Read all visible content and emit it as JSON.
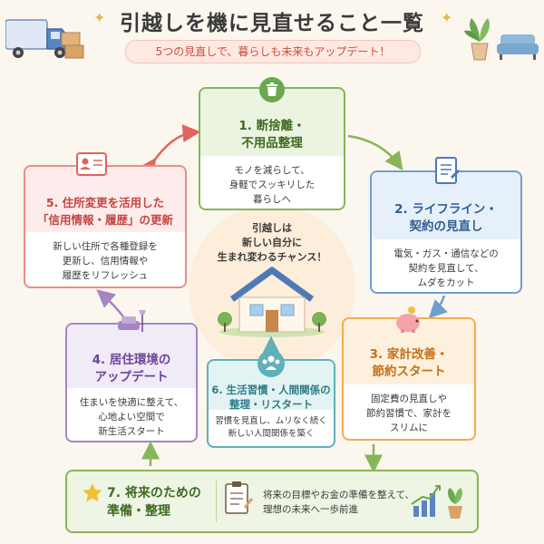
{
  "title": "引越しを機に見直せること一覧",
  "subtitle": "5つの見直しで、暮らしも未来もアップデート！",
  "center": {
    "line1": "引越しは",
    "line2": "新しい自分に",
    "line3": "生まれ変わるチャンス！"
  },
  "steps": [
    {
      "title1": "1. 断捨離・",
      "title2": "不用品整理",
      "desc": [
        "モノを減らして、",
        "身軽でスッキリした",
        "暮らしへ"
      ]
    },
    {
      "title1": "2. ライフライン・",
      "title2": "契約の見直し",
      "desc": [
        "電気・ガス・通信などの",
        "契約を見直して、",
        "ムダをカット"
      ]
    },
    {
      "title1": "3. 家計改善・",
      "title2": "節約スタート",
      "desc": [
        "固定費の見直しや",
        "節約習慣で、家計を",
        "スリムに"
      ]
    },
    {
      "title1": "4. 居住環境の",
      "title2": "アップデート",
      "desc": [
        "住まいを快適に整えて、",
        "心地よい空間で",
        "新生活スタート"
      ]
    },
    {
      "title1": "5. 住所変更を活用した",
      "title2": "「信用情報・履歴」の更新",
      "desc": [
        "新しい住所で各種登録を",
        "更新し、信用情報や",
        "履歴をリフレッシュ"
      ]
    },
    {
      "title1": "6. 生活習慣・人間関係の",
      "title2": "整理・リスタート",
      "desc": [
        "習慣を見直し、ムリなく続く",
        "新しい人間関係を築く"
      ]
    },
    {
      "title1": "7. 将来のための",
      "title2": "準備・整理",
      "desc": [
        "将来の目標やお金の準備を整えて、",
        "理想の未来へ一歩前進"
      ]
    }
  ],
  "icons": [
    "truck-icon",
    "boxes-icon",
    "sparkle-icon",
    "plant-icon",
    "sofa-icon",
    "trash-icon",
    "document-icon",
    "piggy-bank-icon",
    "lamp-sofa-icon",
    "id-card-icon",
    "people-icon",
    "house-icon",
    "star-icon",
    "clipboard-icon",
    "growth-chart-icon"
  ],
  "colors": {
    "green": "#86b55a",
    "blue": "#6e9fd1",
    "orange": "#f1ad4c",
    "purple": "#a486c4",
    "red": "#ee8c86",
    "teal": "#5fb0b8"
  }
}
